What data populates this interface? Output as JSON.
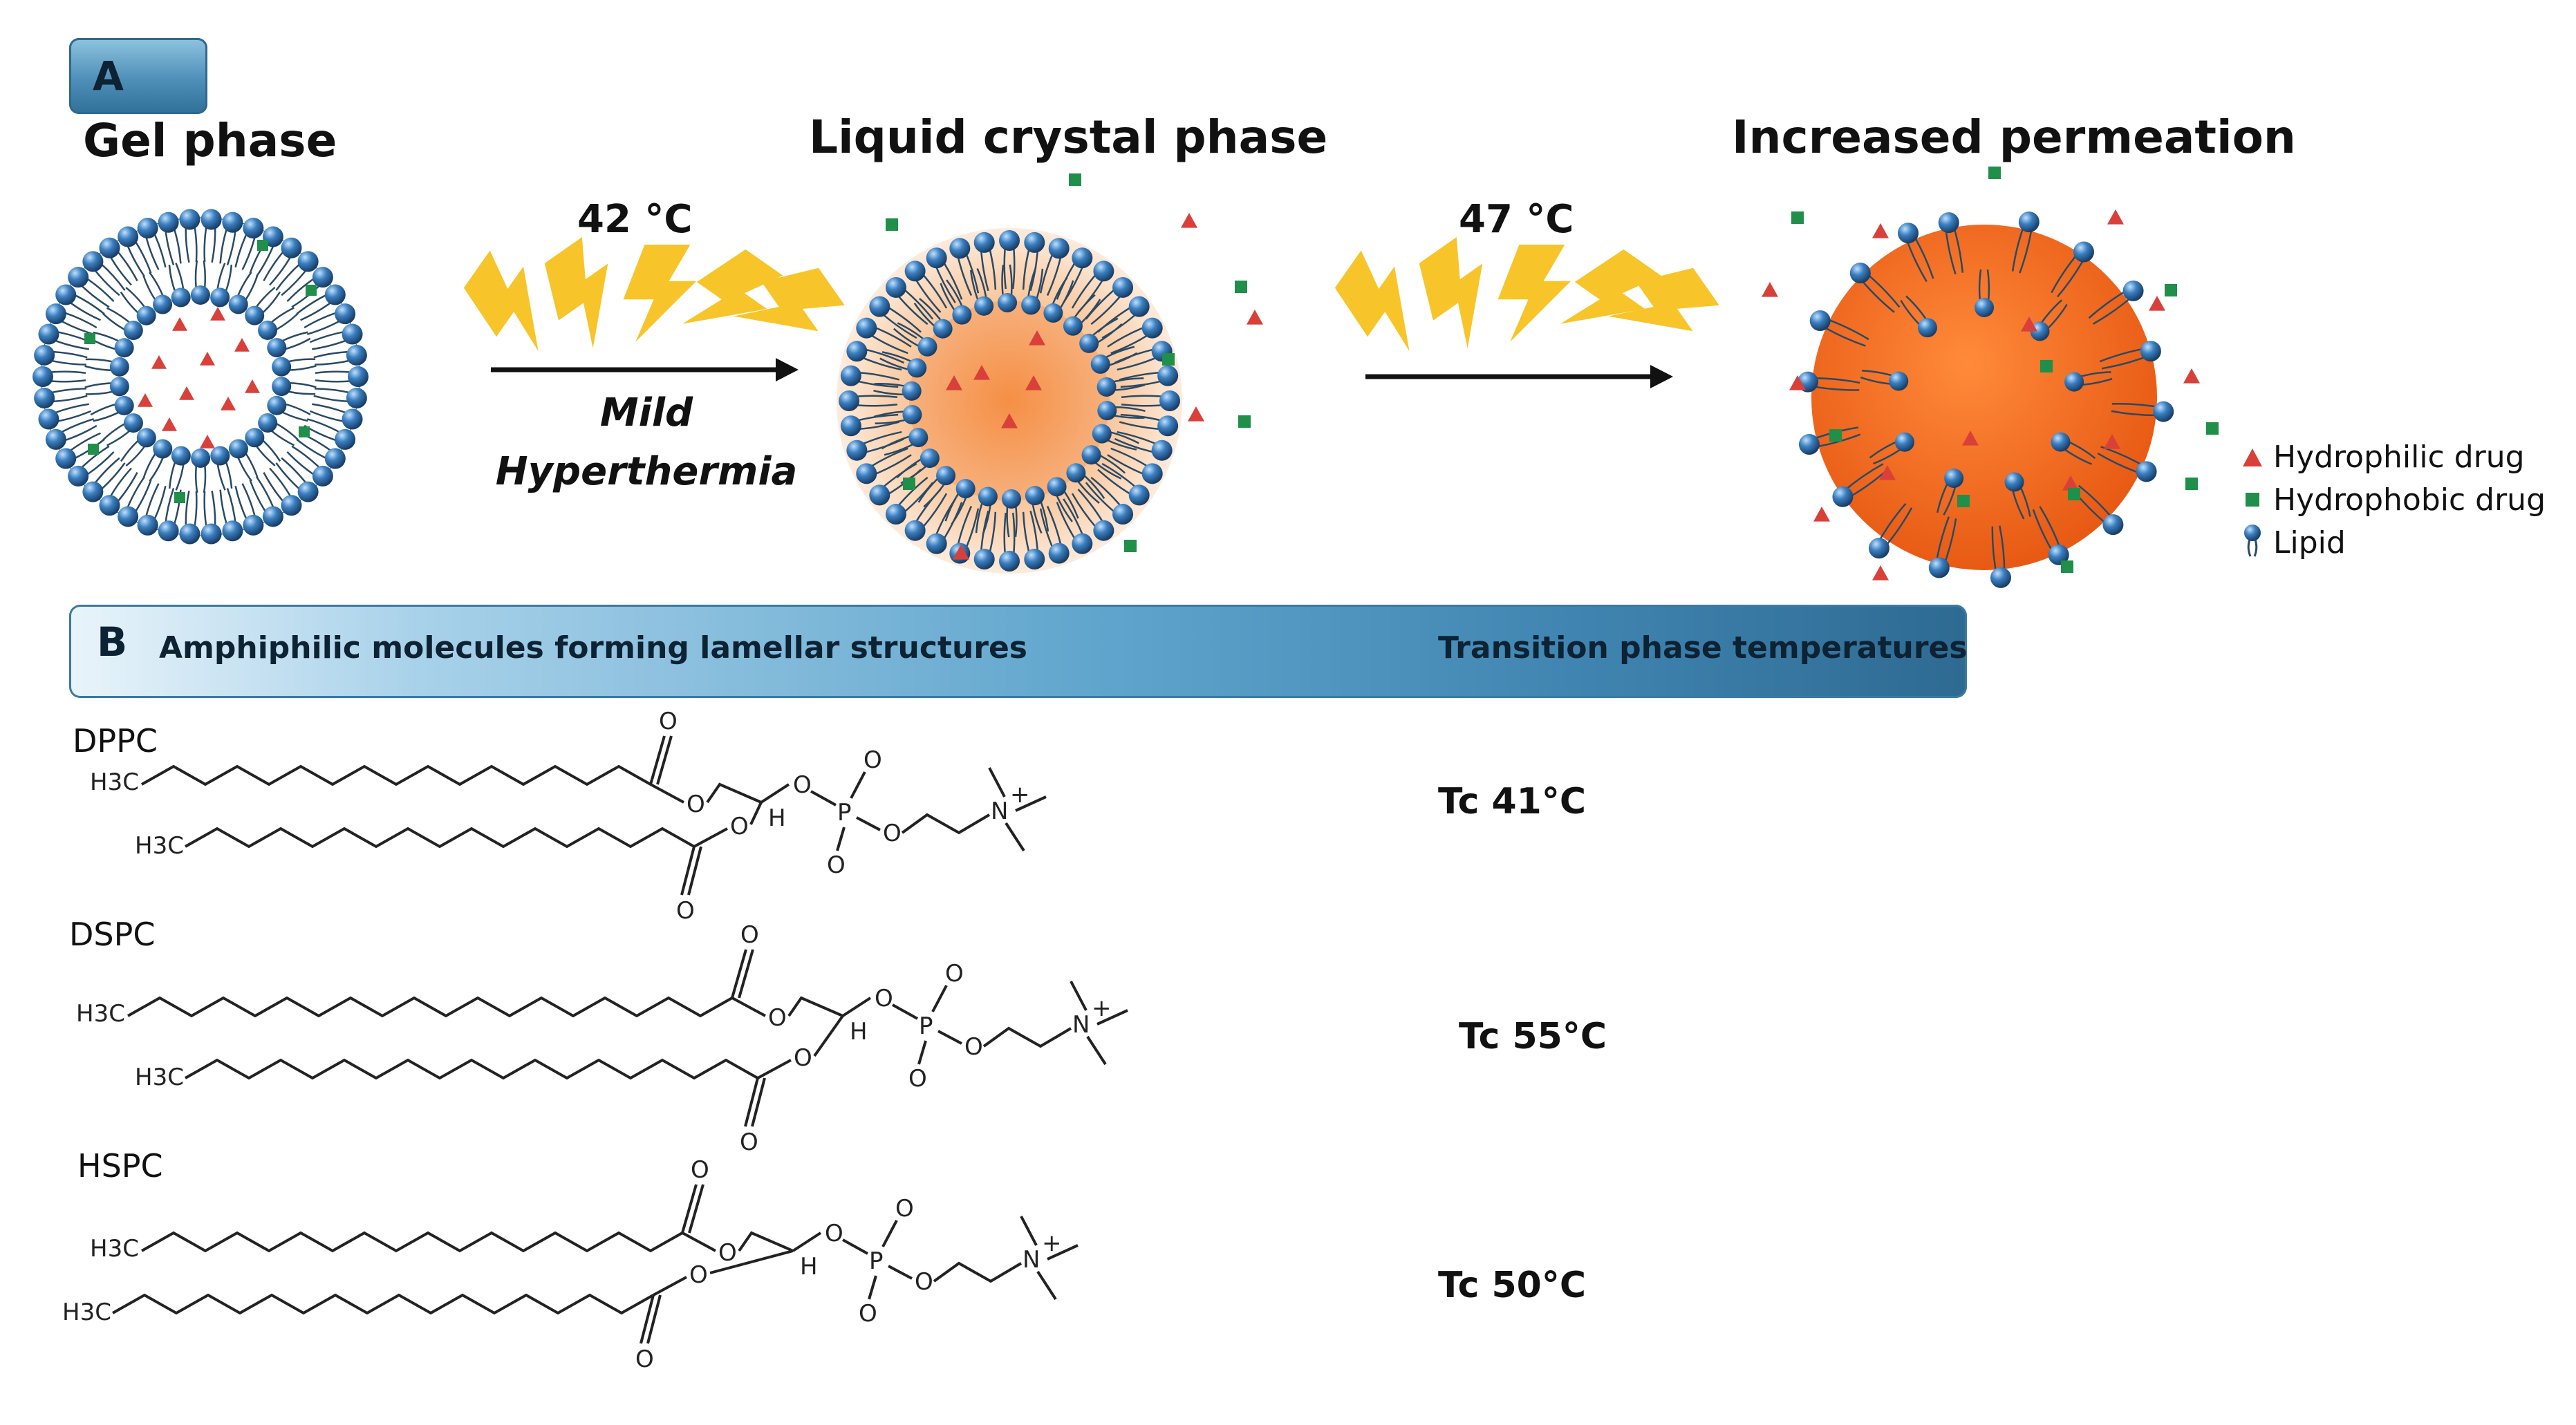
{
  "panel_a": {
    "letter": "A",
    "gel_title": "Gel phase",
    "liquid_title": "Liquid crystal phase",
    "perm_title": "Increased permeation",
    "temp1": "42 °C",
    "temp2": "47 °C",
    "mild_line1": "Mild",
    "mild_line2": "Hyperthermia"
  },
  "legend": {
    "hydrophilic": "Hydrophilic drug",
    "hydrophobic": "Hydrophobic drug",
    "lipid": "Lipid"
  },
  "panel_b": {
    "letter": "B",
    "left_label": "Amphiphilic molecules forming lamellar structures",
    "right_label": "Transition phase temperatures"
  },
  "lipids": [
    {
      "name": "DPPC",
      "tc": "Tc 41°C"
    },
    {
      "name": "DSPC",
      "tc": "Tc 55°C"
    },
    {
      "name": "HSPC",
      "tc": "Tc 50°C"
    }
  ],
  "atoms": {
    "o": "O",
    "p": "P",
    "n": "N",
    "h": "H",
    "plus": "+",
    "methyl": "H3C"
  },
  "colors": {
    "lipid_head": "#3b7fc0",
    "lipid_tail": "#2b4a63",
    "hydrophilic_drug": "#d9403a",
    "hydrophobic_drug": "#1f8f4a",
    "lightning": "#f7c52a",
    "core_orange": "#f26b22",
    "panel_blue": "#3f84b0"
  }
}
